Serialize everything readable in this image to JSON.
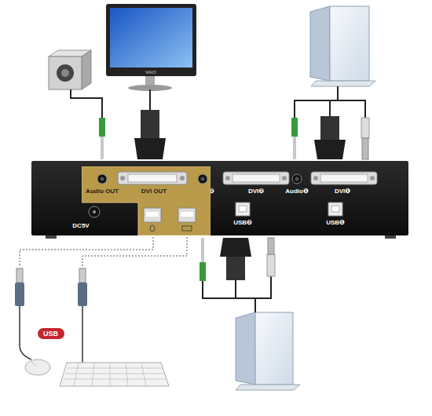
{
  "diagram": {
    "nodes": [
      {
        "text": [
          "DC5V",
          "Audio❷",
          "DVI❷",
          "Audio❶",
          "DVI❶",
          "USB❷",
          "USB❶"
        ]
      },
      {
        "text": [
          "Audio OUT",
          "DVI OUT"
        ],
        "in": 0
      },
      {
        "text": [
          "USB"
        ]
      }
    ],
    "labels": [
      "VAIO"
    ]
  }
}
